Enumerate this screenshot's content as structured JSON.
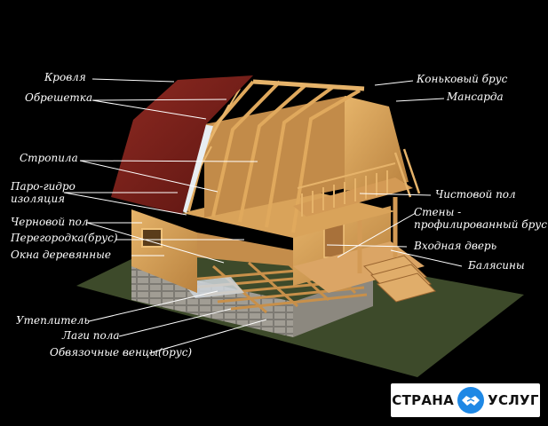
{
  "colors": {
    "background": "#000000",
    "ground": "#3d4a2a",
    "wood": "#d9a35a",
    "roof": "#7a1f1a",
    "label_text": "#ffffff",
    "logo_blue": "#1e88e5"
  },
  "labels_left": [
    "Кровля",
    "Обрешетка",
    "Стропила",
    "Паро-гидро\nизоляция",
    "Черновой пол",
    "Перегородка(брус)",
    "Окна деревянные",
    "Утеплитель",
    "Лаги пола",
    "Обвязочные венцы(брус)"
  ],
  "labels_right": [
    "Коньковый брус",
    "Мансарда",
    "Чистовой пол",
    "Стены -\nпрофилированный брус",
    "Входная дверь",
    "Балясины"
  ],
  "logo": {
    "left_word": "СТРАНА",
    "right_word": "УСЛУГ",
    "icon": "handshake-icon"
  }
}
